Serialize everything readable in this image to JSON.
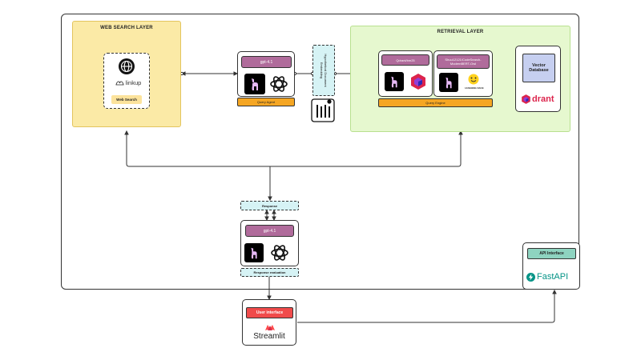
{
  "web_search_layer": {
    "title": "WEB SEARCH LAYER",
    "brand": "linkup",
    "button": "Web Search"
  },
  "query_agent": {
    "model": "gpt-4.1",
    "label": "Query Agent"
  },
  "hyde": {
    "label": "Hypothetical Document Embedding"
  },
  "retrieval_layer": {
    "title": "RETRIEVAL LAYER",
    "bm25_model": "Qdrant/bm25",
    "dense_model": "Shuu12121/CodeSearch-ModernBERT-Owl",
    "hf_caption": "HUGGING FACE",
    "engine_label": "Query Engine",
    "vector_db": "Vector Database",
    "qdrant_text": "drant"
  },
  "response": {
    "label": "Response",
    "model": "gpt-4.1",
    "eval_label": "Response evaluation"
  },
  "api": {
    "label": "API Interface",
    "brand": "FastAPI"
  },
  "ui": {
    "label": "User interface",
    "brand": "Streamlit"
  },
  "colors": {
    "web_layer_fill": "#fbeaa6",
    "retrieval_layer_fill": "#e6f8cf",
    "model_pill": "#b06b9b",
    "engine_bar": "#f5a623",
    "cyan_box": "#d6f3f5",
    "api_pill": "#8ed3c0",
    "ui_pill": "#f04b4b",
    "fastapi_teal": "#059487",
    "streamlit_red": "#ff4b4b",
    "vector_db_fill": "#c6cff0"
  }
}
